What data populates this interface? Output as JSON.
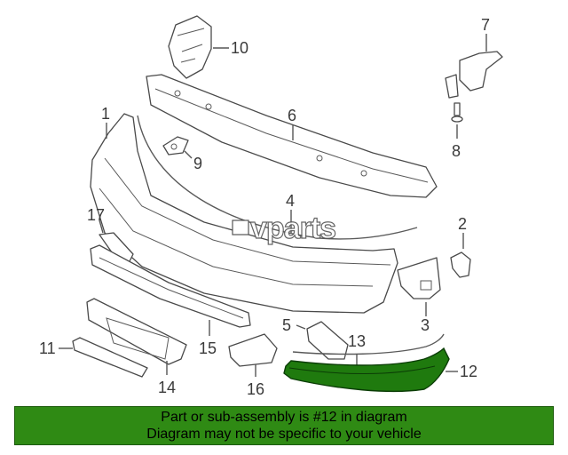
{
  "watermark": "vparts",
  "banner": {
    "line1": "Part or sub-assembly is #12 in diagram",
    "line2": "Diagram may not be specific to your vehicle"
  },
  "callouts": {
    "c1": "1",
    "c2": "2",
    "c3": "3",
    "c4": "4",
    "c5": "5",
    "c6": "6",
    "c7": "7",
    "c8": "8",
    "c9": "9",
    "c10": "10",
    "c11": "11",
    "c12": "12",
    "c13": "13",
    "c14": "14",
    "c15": "15",
    "c16": "16",
    "c17": "17"
  },
  "highlight_color": "#1f7a0e",
  "banner_color": "#2f8a14"
}
